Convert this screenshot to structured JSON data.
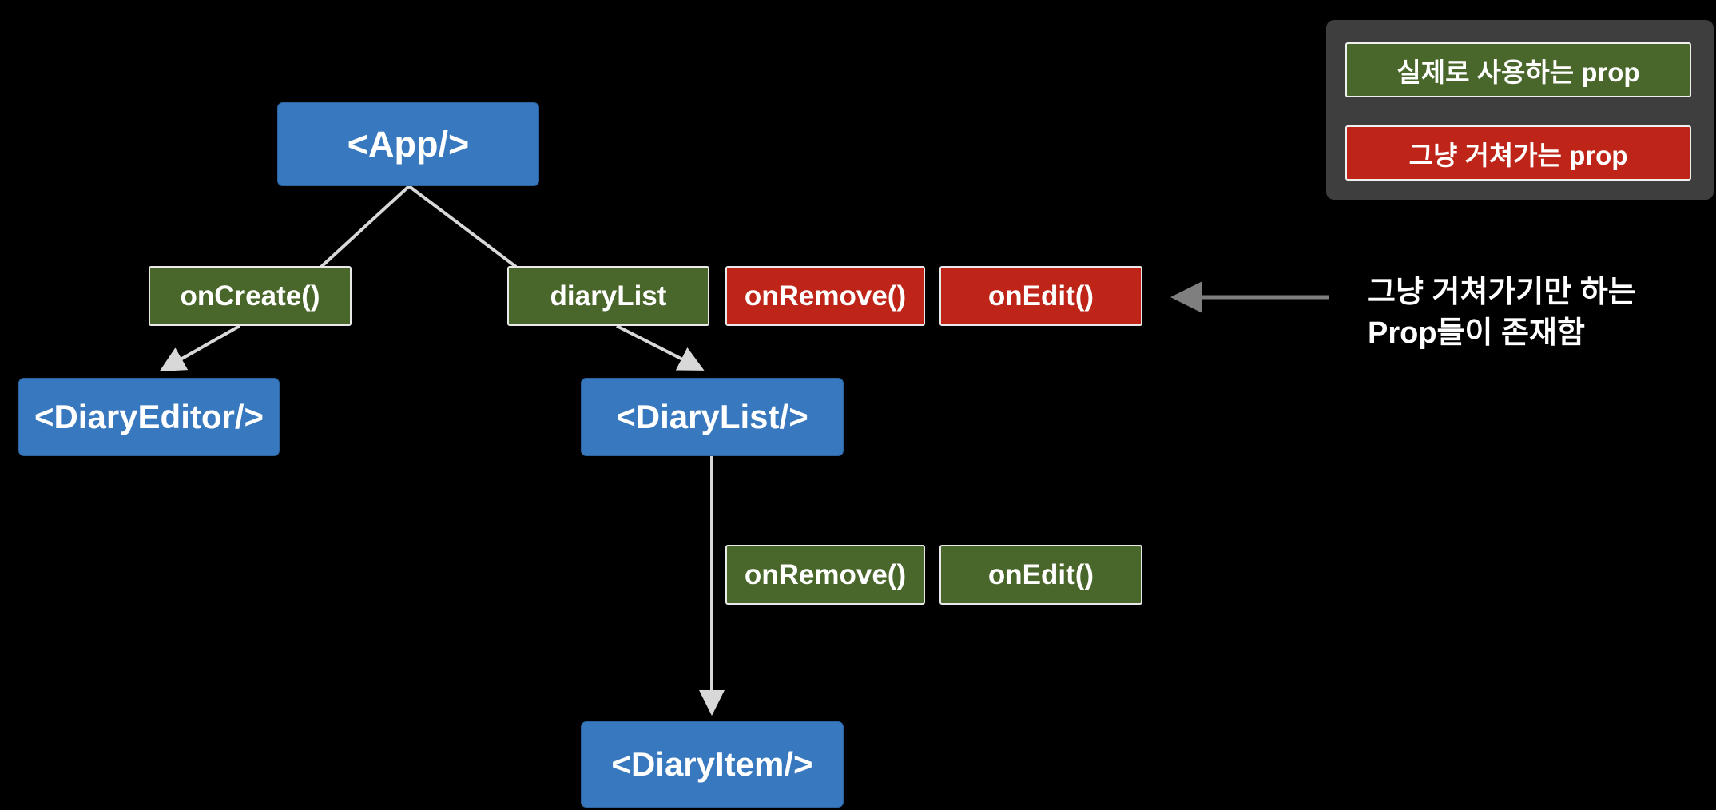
{
  "colors": {
    "background": "#000000",
    "component_blue": "#3878BE",
    "used_prop_green": "#4A672B",
    "passthrough_prop_red": "#BE2418",
    "legend_background": "#3E3E3E",
    "connector_light": "#D8D8D8",
    "annotation_arrow_gray": "#7F7F7F",
    "text": "#FFFFFF"
  },
  "tree": {
    "app": {
      "label": "<App/>"
    },
    "app_props": [
      {
        "label": "onCreate()",
        "kind": "used"
      },
      {
        "label": "diaryList",
        "kind": "used"
      },
      {
        "label": "onRemove()",
        "kind": "pass-through"
      },
      {
        "label": "onEdit()",
        "kind": "pass-through"
      }
    ],
    "diary_editor": {
      "label": "<DiaryEditor/>"
    },
    "diary_list": {
      "label": "<DiaryList/>"
    },
    "diary_list_props": [
      {
        "label": "onRemove()",
        "kind": "used"
      },
      {
        "label": "onEdit()",
        "kind": "used"
      }
    ],
    "diary_item": {
      "label": "<DiaryItem/>"
    }
  },
  "legend": {
    "items": [
      {
        "label": "실제로 사용하는 prop",
        "color": "#4A672B"
      },
      {
        "label": "그냥 거쳐가는 prop",
        "color": "#BE2418"
      }
    ]
  },
  "annotation": {
    "line1": "그냥 거쳐가기만 하는",
    "line2": "Prop들이 존재함"
  }
}
